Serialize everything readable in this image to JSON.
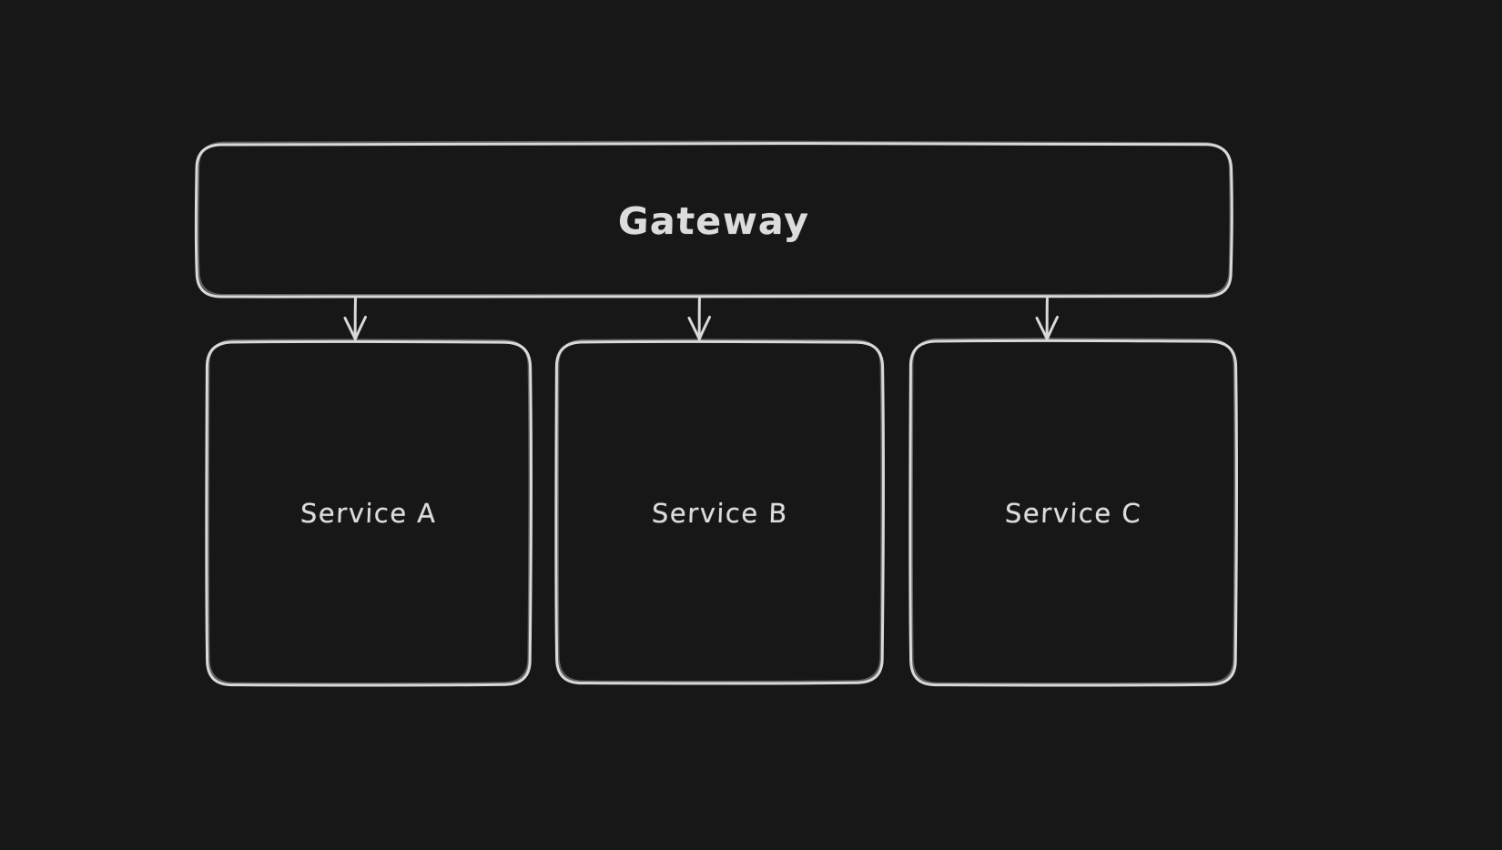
{
  "canvas": {
    "background": "#171717",
    "stroke_color": "#d9d9d9",
    "text_color": "#dcdcdc",
    "style": "hand-drawn"
  },
  "diagram": {
    "type": "flowchart",
    "gateway": {
      "label": "Gateway"
    },
    "services": [
      {
        "label": "Service A"
      },
      {
        "label": "Service B"
      },
      {
        "label": "Service C"
      }
    ],
    "edges": [
      {
        "from": "Gateway",
        "to": "Service A"
      },
      {
        "from": "Gateway",
        "to": "Service B"
      },
      {
        "from": "Gateway",
        "to": "Service C"
      }
    ]
  }
}
